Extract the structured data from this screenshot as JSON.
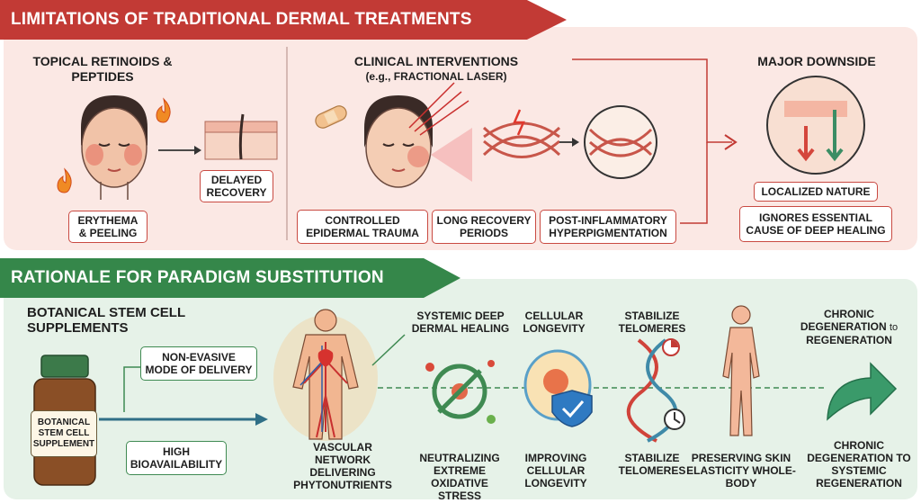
{
  "top": {
    "banner": "LIMITATIONS OF TRADITIONAL DERMAL TREATMENTS",
    "topical": {
      "heading": "TOPICAL RETINOIDS & PEPTIDES",
      "box_erythema": "ERYTHEMA & PEELING",
      "box_delayed": "DELAYED RECOVERY"
    },
    "clinical": {
      "heading": "CLINICAL INTERVENTIONS",
      "subheading": "(e.g., FRACTIONAL LASER)",
      "box_trauma": "CONTROLLED EPIDERMAL TRAUMA",
      "box_recovery": "LONG RECOVERY PERIODS",
      "box_hyper": "POST-INFLAMMATORY HYPERPIGMENTATION"
    },
    "downside": {
      "heading": "MAJOR DOWNSIDE",
      "box_localized": "LOCALIZED NATURE",
      "box_ignores": "IGNORES ESSENTIAL CAUSE OF DEEP HEALING"
    }
  },
  "bottom": {
    "banner": "RATIONALE FOR PARADIGM SUBSTITUTION",
    "heading": "BOTANICAL STEM CELL SUPPLEMENTS",
    "bottle_label": "BOTANICAL STEM CELL SUPPLEMENT",
    "box_delivery": "NON-EVASIVE MODE OF DELIVERY",
    "box_bioavail": "HIGH BIOAVAILABILITY",
    "top_labels": {
      "systemic": "SYSTEMIC DEEP DERMAL HEALING",
      "longevity": "CELLULAR LONGEVITY",
      "telomeres": "STABILIZE TELOMERES",
      "chronic_pre": "CHRONIC DEGENERATION",
      "chronic_to": "to",
      "chronic_post": "REGENERATION"
    },
    "bottom_labels": {
      "vascular": "VASCULAR NETWORK DELIVERING PHYTONUTRIENTS",
      "neutralizing": "NEUTRALIZING EXTREME OXIDATIVE STRESS",
      "improving": "IMPROVING CELLULAR LONGEVITY",
      "stabilize": "STABILIZE TELOMERES",
      "preserving": "PRESERVING SKIN ELASTICITY WHOLE-BODY",
      "chronic_systemic": "CHRONIC DEGENERATION TO SYSTEMIC REGENERATION"
    }
  },
  "colors": {
    "red": "#c23a35",
    "green": "#35874a",
    "top_bg": "#fbe8e4",
    "bottom_bg": "#e6f2e8"
  }
}
